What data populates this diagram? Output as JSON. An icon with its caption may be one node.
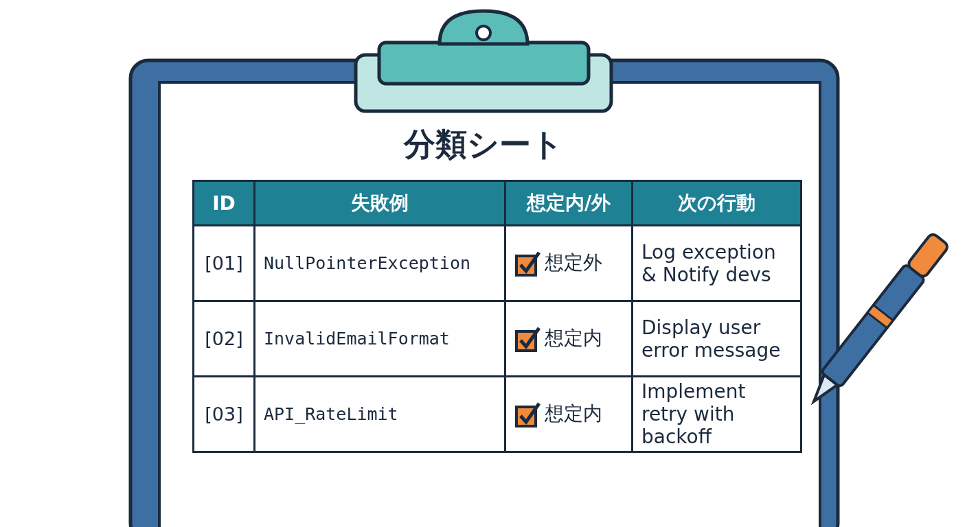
{
  "diagram": {
    "title": "分類シート",
    "labels": [
      "ID",
      "失敗例",
      "想定内/外",
      "次の行動",
      "[01]",
      "NullPointerException",
      "想定外",
      "Log exception & Notify devs",
      "[02]",
      "InvalidEmailFormat",
      "想定内",
      "Display user error message",
      "[03]",
      "API_RateLimit",
      "想定内",
      "Implement retry with backoff"
    ]
  }
}
